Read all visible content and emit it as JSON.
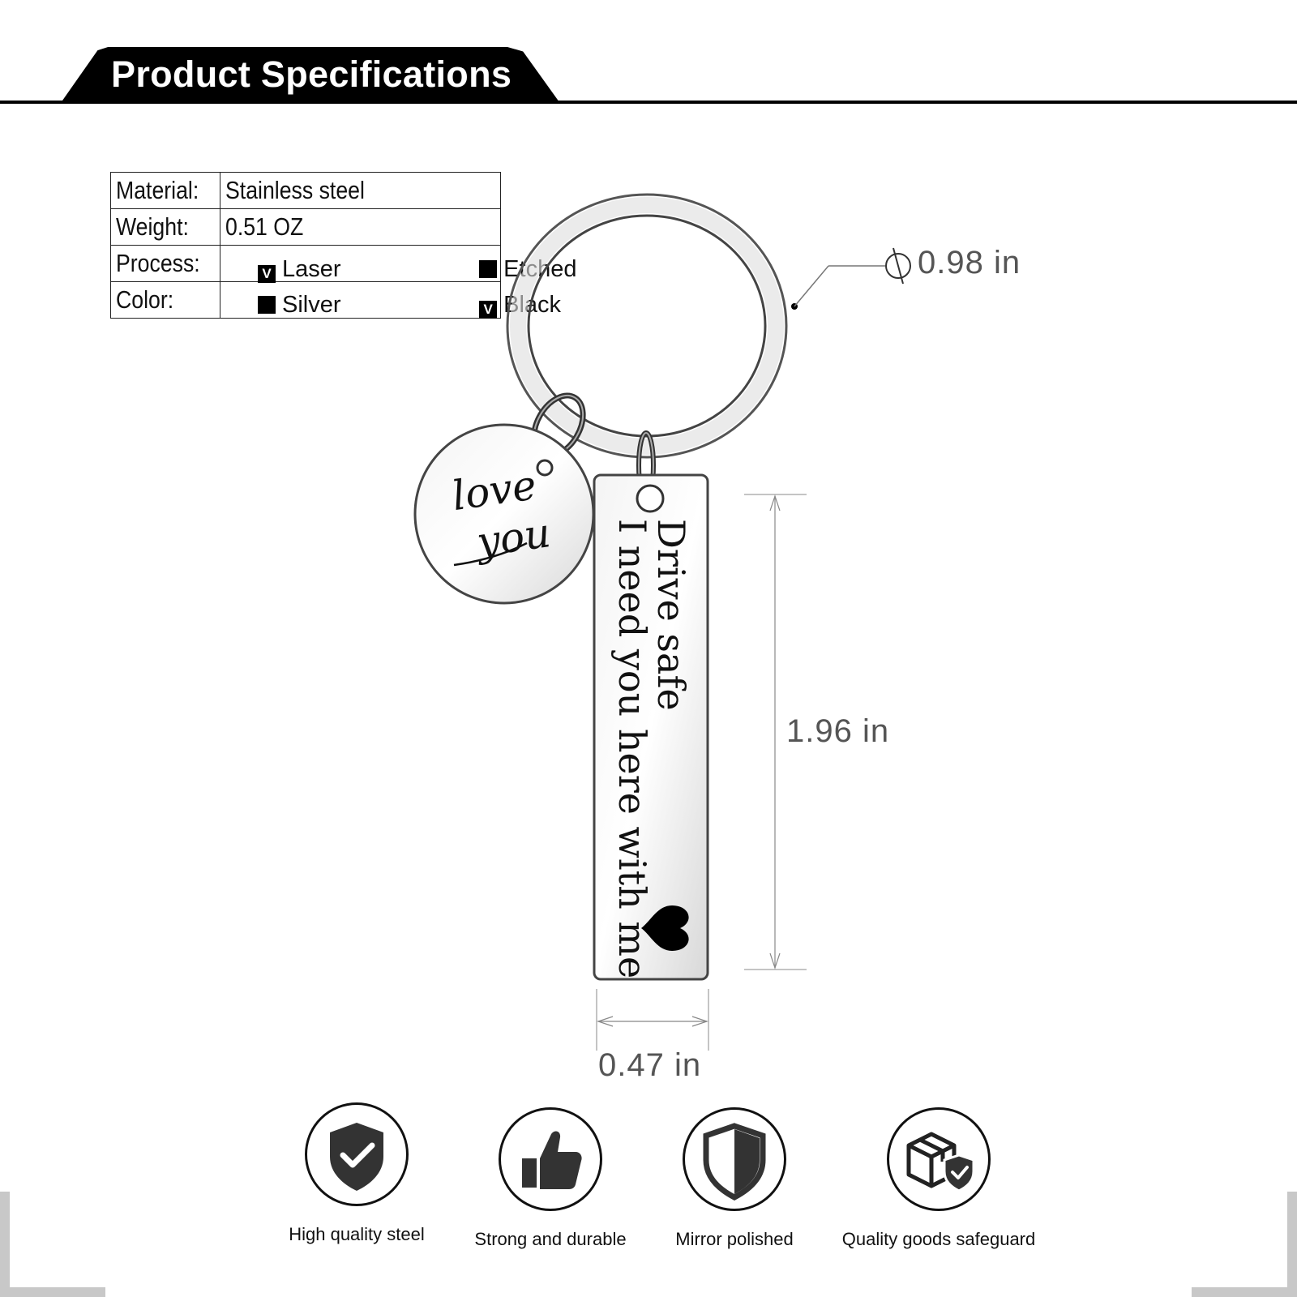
{
  "header": {
    "title": "Product Specifications"
  },
  "specs": {
    "material": {
      "label": "Material:",
      "value": "Stainless steel"
    },
    "weight": {
      "label": "Weight:",
      "value": "0.51 OZ"
    },
    "process": {
      "label": "Process:",
      "options": [
        {
          "mark": "V",
          "text": "Laser"
        },
        {
          "mark": "",
          "text": "Etched"
        }
      ]
    },
    "color": {
      "label": "Color:",
      "options": [
        {
          "mark": "",
          "text": "Silver"
        },
        {
          "mark": "V",
          "text": "Black"
        }
      ]
    }
  },
  "product": {
    "round_charm_text": "love you",
    "bar_text_line1": "Drive safe",
    "bar_text_line2": "I need you here with me"
  },
  "dimensions": {
    "ring_diameter": "0.98 in",
    "bar_height": "1.96 in",
    "bar_width": "0.47 in"
  },
  "features": [
    {
      "icon": "shield-check-icon",
      "label": "High quality steel"
    },
    {
      "icon": "thumbs-up-icon",
      "label": "Strong and durable"
    },
    {
      "icon": "half-shield-icon",
      "label": "Mirror polished"
    },
    {
      "icon": "package-shield-icon",
      "label": "Quality goods safeguard"
    }
  ]
}
